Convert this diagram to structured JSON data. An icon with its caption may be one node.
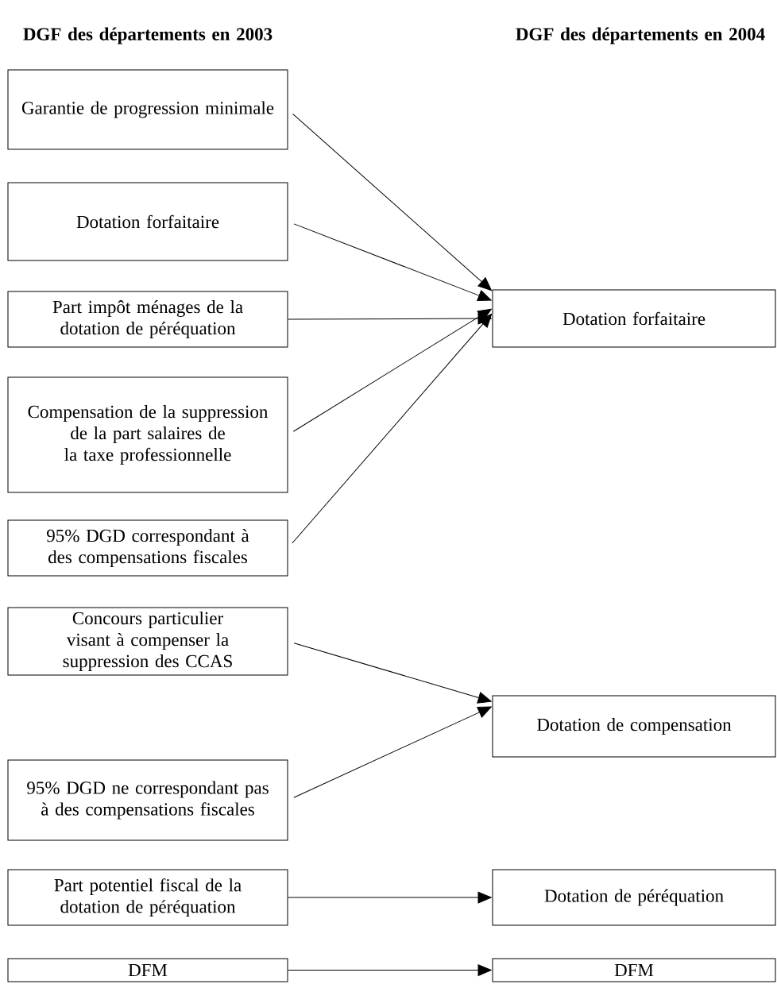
{
  "diagram": {
    "nodes": [
      {
        "text": [
          "Garantie de progression minimale"
        ]
      },
      {
        "text": [
          "Dotation forfaitaire"
        ]
      },
      {
        "text": [
          "Part impôt ménages de la dotation de péréquation"
        ]
      },
      {
        "text": [
          "Compensation de la suppression de la part salaires de la taxe professionnelle"
        ]
      },
      {
        "text": [
          "95% DGD correspondant à des compensations fiscales"
        ]
      },
      {
        "text": [
          "Concours particulier visant à compenser la suppression des CCAS"
        ]
      },
      {
        "text": [
          "95% DGD ne correspondant pas à des compensations fiscales"
        ]
      },
      {
        "text": [
          "Part potentiel fiscal de la dotation de péréquation"
        ]
      },
      {
        "text": [
          "DFM"
        ]
      },
      {
        "text": [
          "Dotation forfaitaire"
        ]
      },
      {
        "text": [
          "Dotation de compensation"
        ]
      },
      {
        "text": [
          "Dotation de péréquation"
        ]
      },
      {
        "text": [
          "DFM"
        ]
      }
    ],
    "edges": [
      {
        "from": 0,
        "to": 9,
        "arrow": "to"
      },
      {
        "from": 1,
        "to": 9,
        "arrow": "to"
      },
      {
        "from": 2,
        "to": 9,
        "arrow": "to"
      },
      {
        "from": 3,
        "to": 9,
        "arrow": "to"
      },
      {
        "from": 4,
        "to": 9,
        "arrow": "to"
      },
      {
        "from": 5,
        "to": 10,
        "arrow": "to"
      },
      {
        "from": 6,
        "to": 10,
        "arrow": "to"
      },
      {
        "from": 7,
        "to": 11,
        "arrow": "to"
      },
      {
        "from": 8,
        "to": 12,
        "arrow": "to"
      }
    ],
    "labels": [
      "DGF des départements en 2003",
      "DGF des départements en 2004"
    ]
  }
}
